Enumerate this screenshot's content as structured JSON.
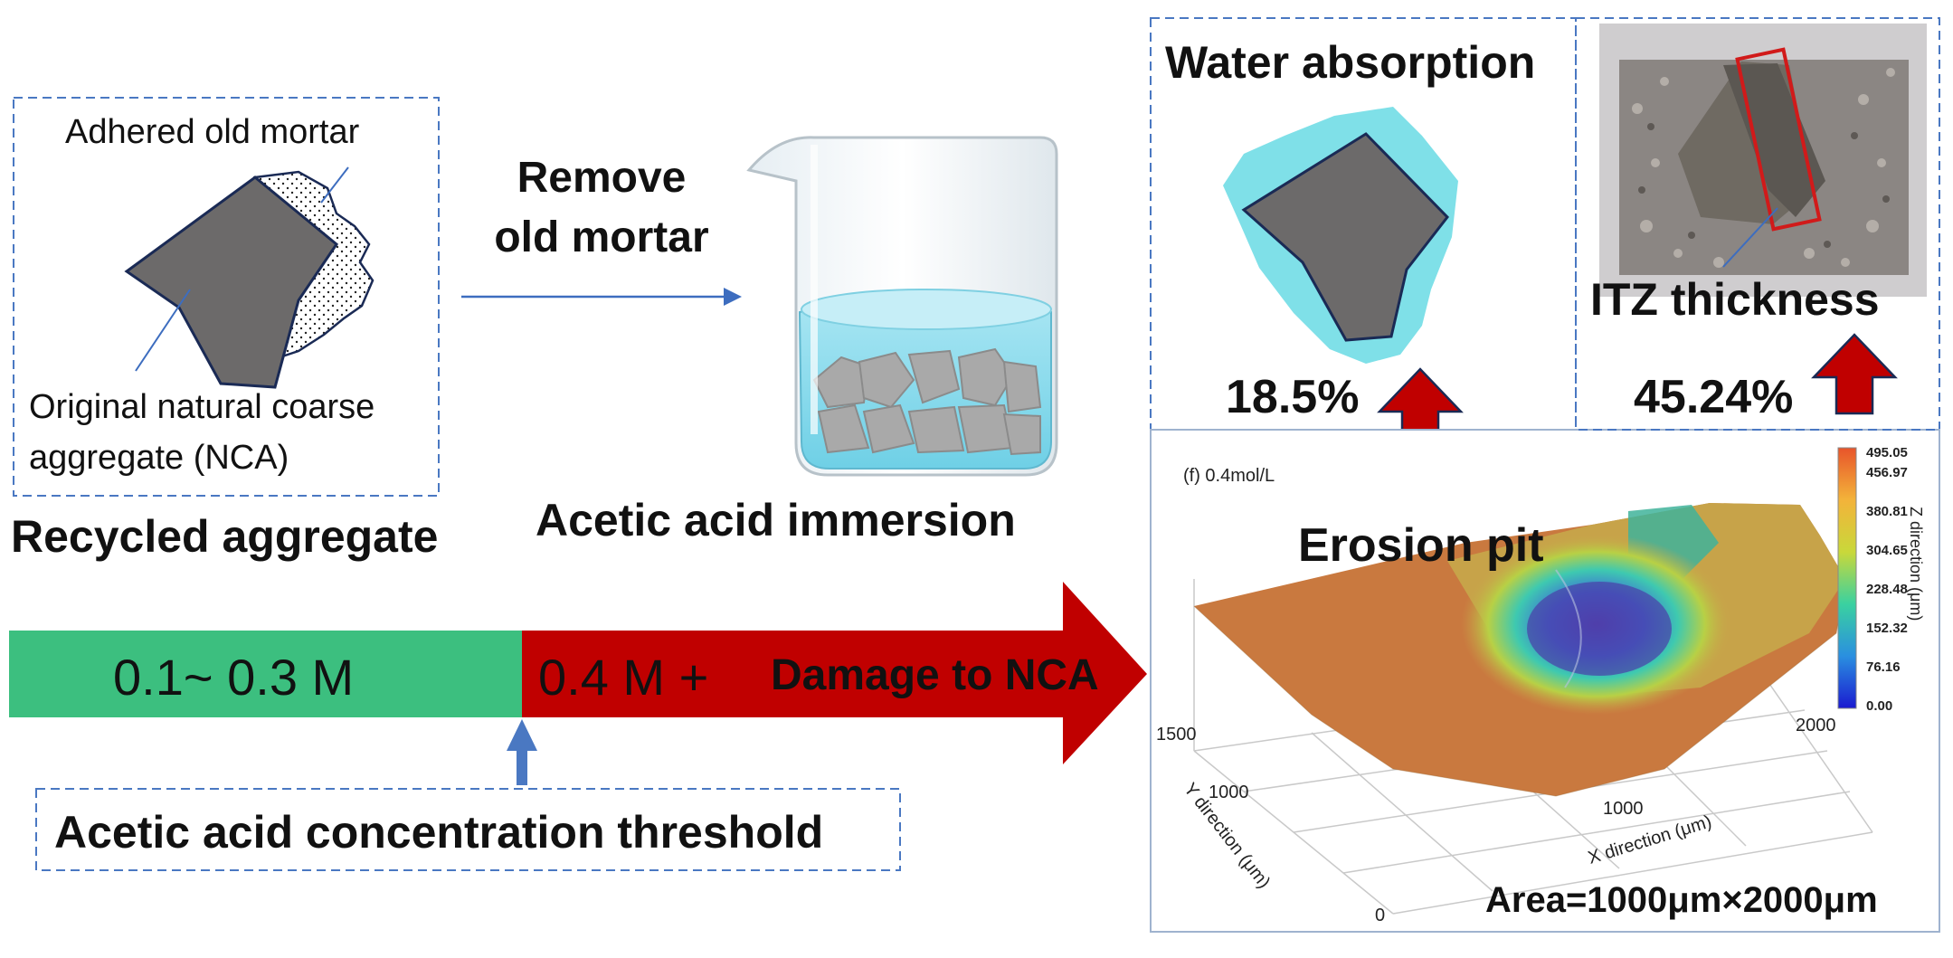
{
  "colors": {
    "dash_border": "#4a78c2",
    "green_band": "#3cbf7f",
    "red_arrow": "#c00000",
    "stone": "#6c6a6a",
    "water": "#7fe0e8",
    "arrow_line": "#3d6dbf"
  },
  "recycled": {
    "adhered_label": "Adhered old mortar",
    "nca_label_line1": "Original natural coarse",
    "nca_label_line2": "aggregate (NCA)",
    "title": "Recycled aggregate"
  },
  "process": {
    "step_line1": "Remove",
    "step_line2": "old mortar",
    "immersion_label": "Acetic acid immersion"
  },
  "concentration": {
    "low_label": "0.1~ 0.3 M",
    "high_label": "0.4 M +",
    "damage_label": "Damage to NCA",
    "threshold_label": "Acetic acid concentration threshold"
  },
  "water_absorption": {
    "title": "Water absorption",
    "value": "18.5%"
  },
  "itz": {
    "title": "ITZ thickness",
    "value": "45.24%"
  },
  "surface_plot": {
    "panel_label": "(f) 0.4mol/L",
    "annotation": "Erosion pit",
    "colorbar_title": "Z direction (μm)",
    "colorbar_ticks": [
      "495.05",
      "456.97",
      "380.81",
      "304.65",
      "228.48",
      "152.32",
      "76.16",
      "0.00"
    ],
    "x_axis_label": "X direction (μm)",
    "y_axis_label": "Y direction (μm)",
    "x_ticks": [
      "1000",
      "2000"
    ],
    "y_ticks": [
      "0",
      "1000",
      "1500"
    ],
    "area_label": "Area=1000μm×2000μm"
  }
}
